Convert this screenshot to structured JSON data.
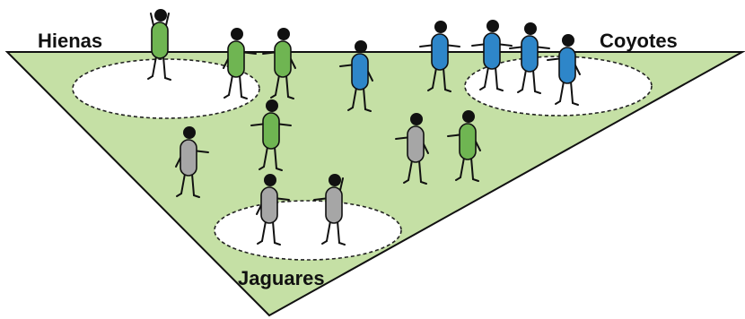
{
  "field": {
    "fill_color": "#c5e0a5",
    "outline_color": "#111111"
  },
  "teams": {
    "hienas": {
      "label": "Hienas",
      "color": "#6fb552"
    },
    "coyotes": {
      "label": "Coyotes",
      "color": "#2e86c9"
    },
    "jaguares": {
      "label": "Jaguares",
      "color": "#a6a6a6"
    }
  },
  "zones": [
    {
      "team": "hienas"
    },
    {
      "team": "coyotes"
    },
    {
      "team": "jaguares"
    }
  ],
  "players": [
    {
      "team": "hienas"
    },
    {
      "team": "hienas"
    },
    {
      "team": "hienas"
    },
    {
      "team": "hienas"
    },
    {
      "team": "hienas"
    },
    {
      "team": "coyotes"
    },
    {
      "team": "coyotes"
    },
    {
      "team": "coyotes"
    },
    {
      "team": "coyotes"
    },
    {
      "team": "coyotes"
    },
    {
      "team": "jaguares"
    },
    {
      "team": "jaguares"
    },
    {
      "team": "jaguares"
    },
    {
      "team": "jaguares"
    }
  ]
}
